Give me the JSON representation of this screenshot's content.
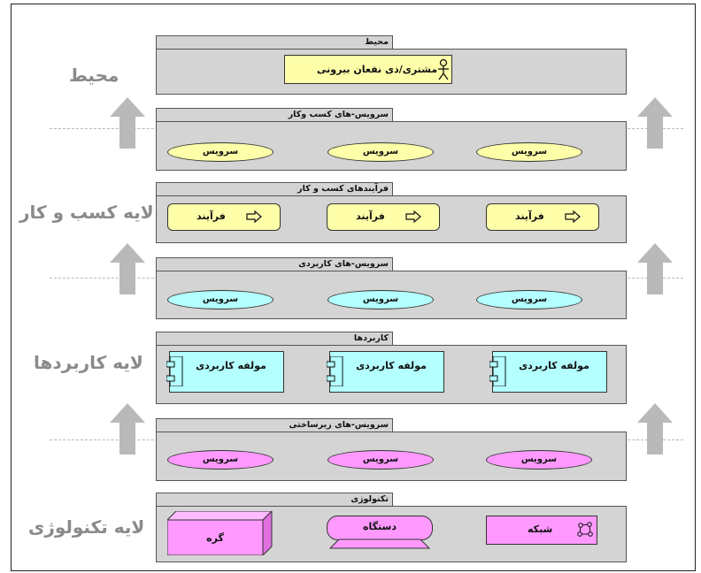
{
  "layer_labels": {
    "environment": "محیط",
    "business": "لایه کسب و کار",
    "application": "لایه کاربردها",
    "technology": "لایه تکنولوژی"
  },
  "environment": {
    "tab": "محیط",
    "actor": "مشتری/ذی نفعان بیرونی"
  },
  "business_services": {
    "tab": "سرویس-های کسب وکار",
    "items": [
      "سرویس",
      "سرویس",
      "سرویس"
    ]
  },
  "business_processes": {
    "tab": "فرآیندهای کسب و کار",
    "items": [
      "فرآیند",
      "فرآیند",
      "فرآیند"
    ]
  },
  "application_services": {
    "tab": "سرویس-های کاربردی",
    "items": [
      "سرویس",
      "سرویس",
      "سرویس"
    ]
  },
  "applications": {
    "tab": "کاربردها",
    "items": [
      "مولفه کاربردی",
      "مولفه کاربردی",
      "مولفه کاربردی"
    ]
  },
  "infrastructure_services": {
    "tab": "سرویس-های زیرساختی",
    "items": [
      "سرویس",
      "سرویس",
      "سرویس"
    ]
  },
  "technology": {
    "tab": "تکنولوژی",
    "node": "گره",
    "device": "دستگاه",
    "network": "شبکه"
  },
  "colors": {
    "business": "#ffffaa",
    "application": "#b4ffff",
    "technology": "#ff99ff",
    "group_fill": "#d4d4d4",
    "arrow": "#b9b9b9"
  },
  "icons": {
    "actor": "actor-icon",
    "process": "process-arrow-icon",
    "component": "component-icon",
    "network": "network-icon",
    "layer_arrow": "up-arrow-icon"
  }
}
